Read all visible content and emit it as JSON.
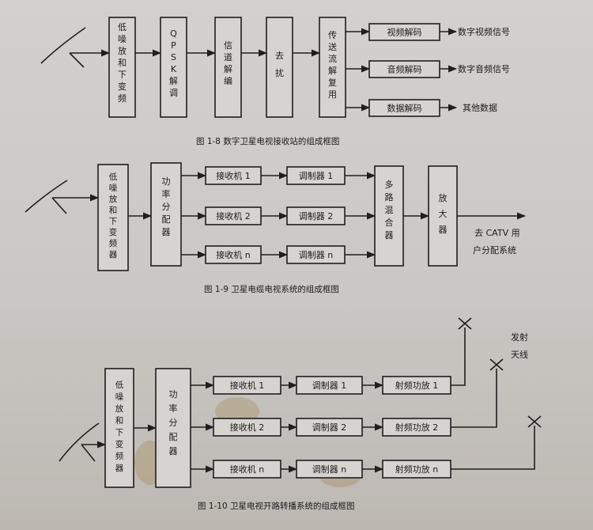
{
  "figure_1_8": {
    "caption": "图 1-8    数字卫星电视接收站的组成框图",
    "b1": [
      "低",
      "噪",
      "放",
      "和",
      "下",
      "变",
      "频"
    ],
    "b2": [
      "Q",
      "P",
      "S",
      "K",
      "解",
      "调"
    ],
    "b3": [
      "信",
      "道",
      "解",
      "编"
    ],
    "b4": [
      "去",
      "扰"
    ],
    "b5": [
      "传",
      "送",
      "流",
      "解",
      "复",
      "用"
    ],
    "decoders": [
      "视频解码",
      "音频解码",
      "数据解码"
    ],
    "outputs": [
      "数字视频信号",
      "数字音频信号",
      "其他数据"
    ]
  },
  "figure_1_9": {
    "caption": "图 1-9    卫星电缆电视系统的组成框图",
    "lnb": [
      "低",
      "噪",
      "放",
      "和",
      "下",
      "变",
      "频",
      "器"
    ],
    "splitter": [
      "功",
      "率",
      "分",
      "配",
      "器"
    ],
    "receivers": [
      "接收机 1",
      "接收机 2",
      "接收机 n"
    ],
    "modulators": [
      "调制器 1",
      "调制器 2",
      "调制器 n"
    ],
    "mixer": [
      "多",
      "路",
      "混",
      "合",
      "器"
    ],
    "amp": [
      "放",
      "大",
      "器"
    ],
    "output_line1": "去 CATV 用",
    "output_line2": "户分配系统"
  },
  "figure_1_10": {
    "caption": "图 1-10    卫星电视开路转播系统的组成框图",
    "lnb": [
      "低",
      "噪",
      "放",
      "和",
      "下",
      "变",
      "频",
      "器"
    ],
    "splitter": [
      "功",
      "率",
      "分",
      "配",
      "器"
    ],
    "receivers": [
      "接收机 1",
      "接收机 2",
      "接收机 n"
    ],
    "modulators": [
      "调制器 1",
      "调制器 2",
      "调制器 n"
    ],
    "rf_amps": [
      "射频功放 1",
      "射频功放 2",
      "射频功放 n"
    ],
    "antenna_label_1": "发射",
    "antenna_label_2": "天线"
  }
}
